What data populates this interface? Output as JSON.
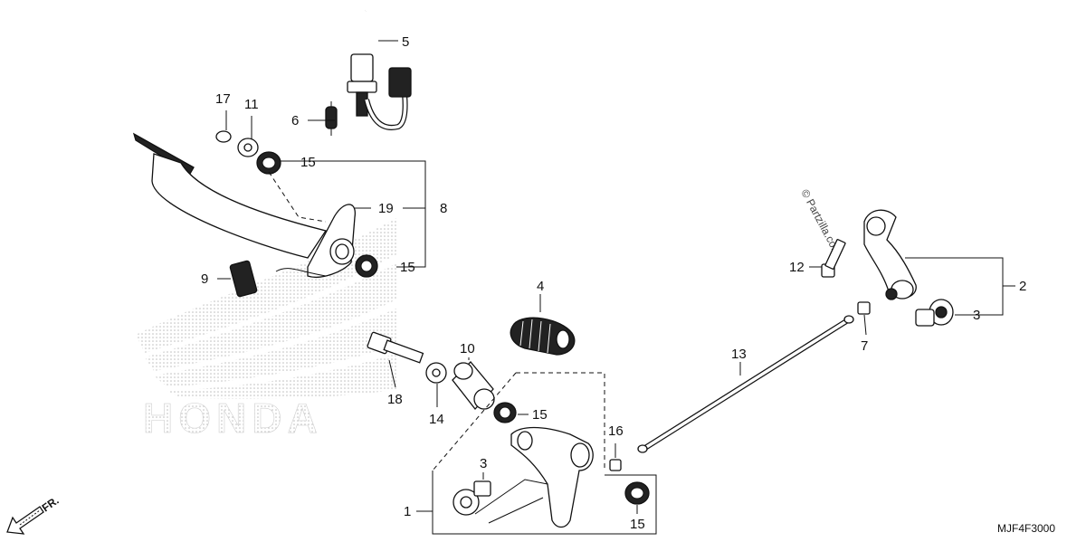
{
  "diagram": {
    "code": "MJF4F3000",
    "watermark": "© Partzilla.com",
    "logo_text": "HONDA",
    "direction_label": "FR.",
    "callouts": {
      "c1": "1",
      "c2": "2",
      "c3a": "3",
      "c3b": "3",
      "c4": "4",
      "c5": "5",
      "c6": "6",
      "c7": "7",
      "c8": "8",
      "c9": "9",
      "c10": "10",
      "c11": "11",
      "c12": "12",
      "c13": "13",
      "c14": "14",
      "c15a": "15",
      "c15b": "15",
      "c15c": "15",
      "c15d": "15",
      "c16": "16",
      "c17": "17",
      "c18": "18",
      "c19": "19"
    }
  }
}
